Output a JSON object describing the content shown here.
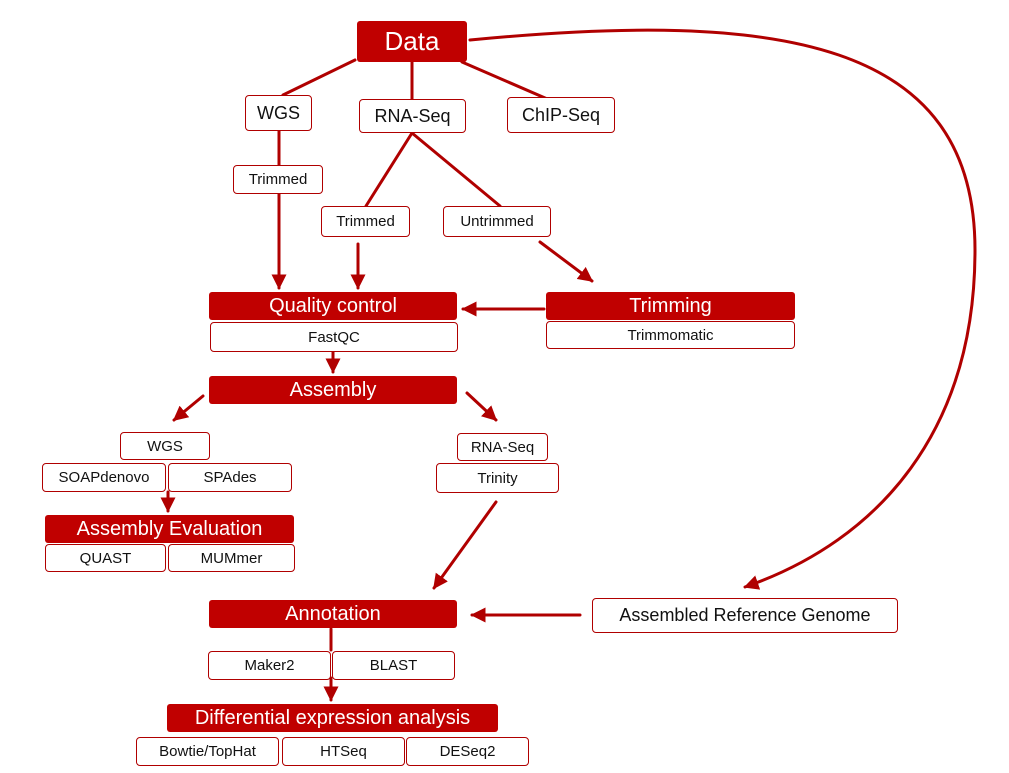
{
  "colors": {
    "accent": "#c00000",
    "arrow": "#b00000",
    "box_border": "#b00000"
  },
  "nodes": {
    "data": "Data",
    "wgs_top": "WGS",
    "rnaseq_top": "RNA-Seq",
    "chipseq": "ChIP-Seq",
    "trimmed_wgs": "Trimmed",
    "trimmed_rna": "Trimmed",
    "untrimmed": "Untrimmed",
    "quality_control": "Quality control",
    "fastqc": "FastQC",
    "trimming": "Trimming",
    "trimmomatic": "Trimmomatic",
    "assembly": "Assembly",
    "wgs_assembly": "WGS",
    "soapdenovo": "SOAPdenovo",
    "spades": "SPAdes",
    "assembly_evaluation": "Assembly Evaluation",
    "quast": "QUAST",
    "mummer": "MUMmer",
    "rnaseq_assembly": "RNA-Seq",
    "trinity": "Trinity",
    "annotation": "Annotation",
    "reference_genome": "Assembled Reference Genome",
    "maker2": "Maker2",
    "blast": "BLAST",
    "differential_expression": "Differential expression analysis",
    "bowtie_tophat": "Bowtie/TopHat",
    "htseq": "HTSeq",
    "deseq2": "DESeq2"
  }
}
